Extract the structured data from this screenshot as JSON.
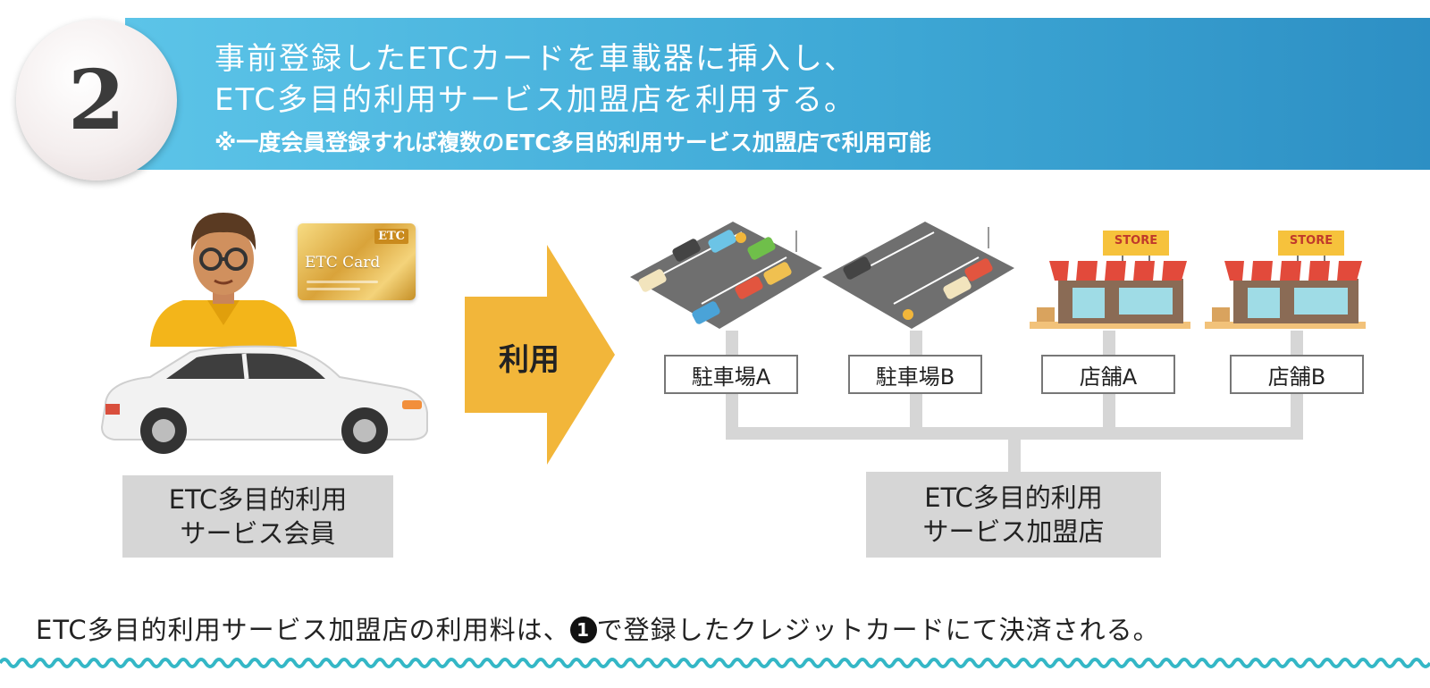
{
  "step": {
    "number": "2"
  },
  "header": {
    "line1": "事前登録したETCカードを車載器に挿入し、",
    "line2": "ETC多目的利用サービス加盟店を利用する。",
    "note": "※一度会員登録すれば複数のETC多目的利用サービス加盟店で利用可能"
  },
  "etc_card": {
    "badge": "ETC",
    "name": "ETC Card"
  },
  "member": {
    "line1": "ETC多目的利用",
    "line2": "サービス会員"
  },
  "arrow": {
    "label": "利用",
    "color": "#f2b63a"
  },
  "stores": {
    "sign": "STORE",
    "items": [
      {
        "label": "駐車場A",
        "icon": "parking-lot-icon"
      },
      {
        "label": "駐車場B",
        "icon": "parking-lot-icon"
      },
      {
        "label": "店舗A",
        "icon": "store-icon"
      },
      {
        "label": "店舗B",
        "icon": "store-icon"
      }
    ]
  },
  "merchant": {
    "line1": "ETC多目的利用",
    "line2": "サービス加盟店"
  },
  "footer": {
    "before": "ETC多目的利用サービス加盟店の利用料は、",
    "marker": "1",
    "after": "で登録したクレジットカードにて決済される。"
  },
  "colors": {
    "banner": "#3fa9d6",
    "wave": "#34b7c6",
    "box_gray": "#d6d6d6"
  }
}
